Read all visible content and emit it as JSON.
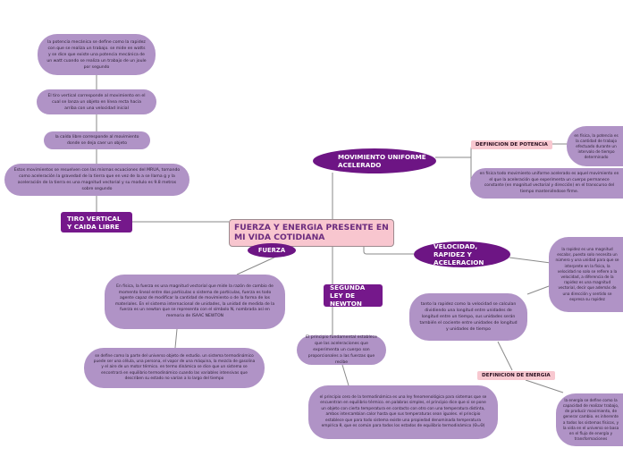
{
  "central": {
    "title": "FUERZA Y ENERGIA PRESENTE EN MI VIDA COTIDIANA"
  },
  "topics": {
    "tiro_vertical": "TIRO VERTICAL Y CAIDA LIBRE",
    "fuerza": "FUERZA",
    "segunda_ley": "SEGUNDA LEY DE NEWTON",
    "mua": "MOVIMIENTO  UNIFORME ACELERADO",
    "velocidad": "VELOCIDAD, RAPIDEZ Y ACELERACION"
  },
  "labels": {
    "potencia": "DEFINICION DE POTENCIA",
    "energia": "DEFINICION DE ENERGIA"
  },
  "notes": {
    "potencia_mecanica": "la potencia mecánica se define como la rapidez con que se realiza un trabajo. se mide en watts y se dice que existe una potencia mecánica de un watt cuando se realiza un trabajo de un joule por segundo",
    "tiro_vertical_def": "El tiro vertical corresponde al movimiento en el cual se lanza un objeto en línea recta hacia arriba con una velocidad inicial",
    "caida_libre_def": "la caída libre corresponde al movimiento donde se deja caer un objeto",
    "ecuaciones": "Estos movimientos se resuelven con las mismas ecuaciones del MRUA, tomando como aceleración la gravedad de la tierra que en vez de la a se llama g y la aceleración de la tierra es una magnitud vectorial y su modulo es 9.8 metros sobre segundo",
    "fuerza_def": "En física, la fuerza es una magnitud vectorial que mide la razón de cambio de momento lineal entre dos partículas o sistema de partículas, fuerza es todo agente capaz de modificar la cantidad de movimiento o de la forma de los materiales. En el sistema internacional de unidades, la unidad de medida de la fuerza es un newton que se representa con el símbolo N, nombrada así en memoria de ISAAC NEWTON",
    "termodinamica_def": "se define como la parte del universo objeto de estudio. un sistema termodinámico puede ser una célula, una persona, el vapor de una máquina, la mezcla de gasolina y el aire de un motor térmico. en termo dinámica se dice que un sistema se encontrará en equilibrio termodinámico cuando las variables intensivas que describen su estado no varían a lo largo del tiempo",
    "segunda_ley_def": "El principio fundamental establece que las aceleraciones que experimenta un cuerpo son proporcionales a las fuerzas que recibe",
    "principio_cero": "el principio cero de la termodinámica es una ley fenomenológica para sistemas que se encuentran en equilibrio térmico. en palabras simples, el principio dice que si se pone un objeto con cierta temperatura en contacto con otro con una temperatura distinta, ambos intercambian calor hasta que sus temperaturas sean iguales. el principio establece que para todo sistema existe una propiedad denominada temperatura empírica θ, que es común para todos los estados de equilibrio termodinámico (Θ=Θ)",
    "potencia_def": "en física, la potencia es la cantidad de trabajo efectuado durante un intervalo de tiempo determinado",
    "mua_def": "en física todo movimiento uniforme acelerado es aquel movimiento en el que la aceleración que experimenta un cuerpo permanece constante (en magnitud vectorial y dirección) en el transcurso del tiempo manteniéndose firme.",
    "velocidad_def": "la rapidez es una magnitud escalar, puesto solo necesita un número y una unidad para que se interprete en la física, la velocidad no solo se refiere a la velocidad, a diferencia de la rapidez es una magnitud vectorial, decir que además de una dirección y sentido se expresa su rapidez",
    "aceleracion_def": "tanto la rapidez como la velocidad se calculan dividiendo una longitud entre unidades de longitud entre un tiempo, sus unidades serán también el cociente entre unidades de longitud y unidades de tiempo",
    "energia_def": "la energía se define como la capacidad de realizar trabajo, de producir movimiento, de generar cambio. es inherente a todos los sistemas físicos, y la vida en el universo se basa en el flujo de energía y transformaciones"
  },
  "colors": {
    "topic": "#75188b",
    "bubble": "#b093c6",
    "pink": "#f8c8d0",
    "central_text": "#6b2b7e",
    "line": "#8a8a8a"
  }
}
